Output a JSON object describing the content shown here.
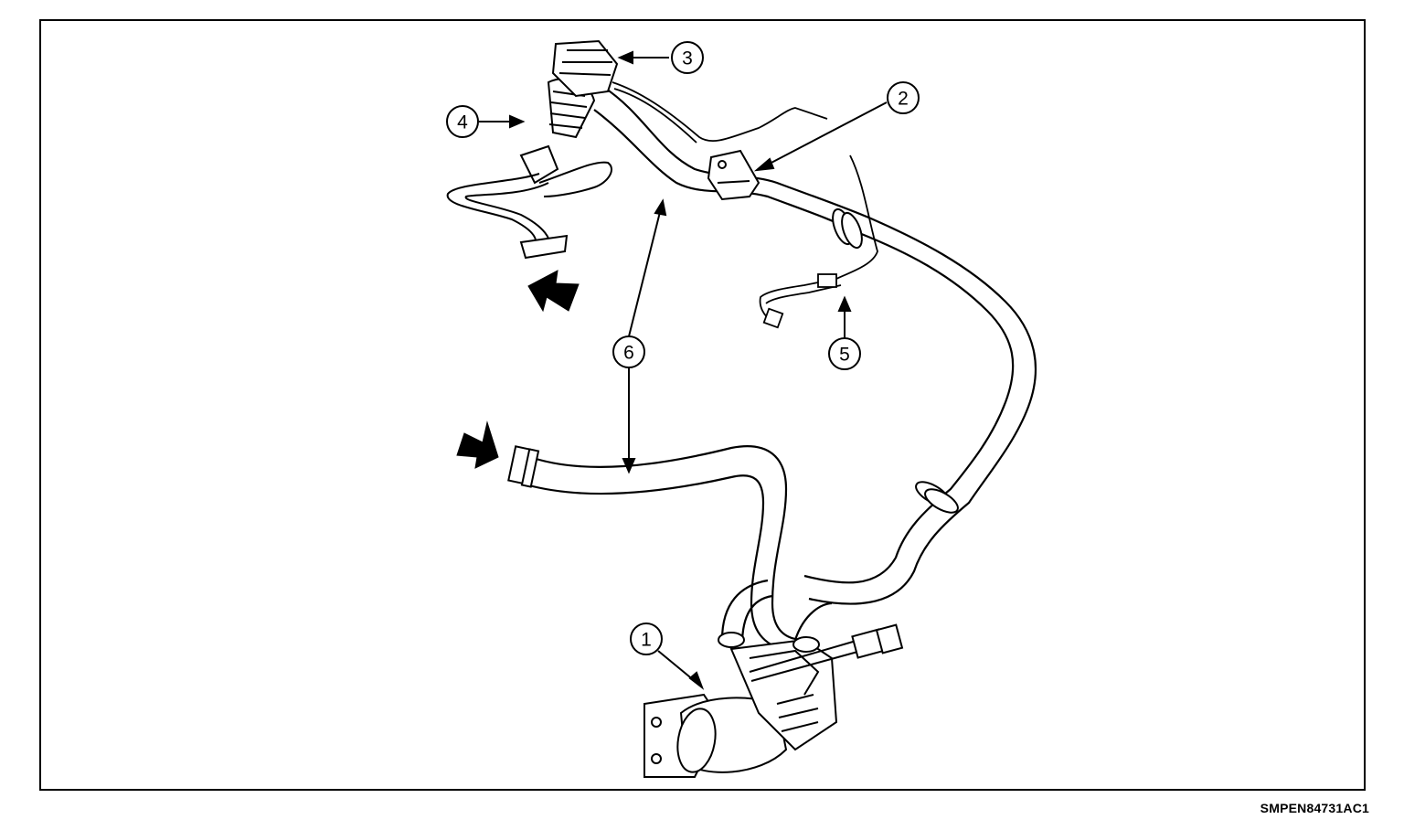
{
  "figure": {
    "code": "SMPEN84731AC1",
    "line_color": "#000000",
    "background": "#ffffff"
  },
  "callouts": [
    {
      "id": "1",
      "label": "1"
    },
    {
      "id": "2",
      "label": "2"
    },
    {
      "id": "3",
      "label": "3"
    },
    {
      "id": "4",
      "label": "4"
    },
    {
      "id": "5",
      "label": "5"
    },
    {
      "id": "6",
      "label": "6"
    }
  ],
  "flow_arrows": [
    "airflow-out-arrow",
    "airflow-in-arrow"
  ]
}
